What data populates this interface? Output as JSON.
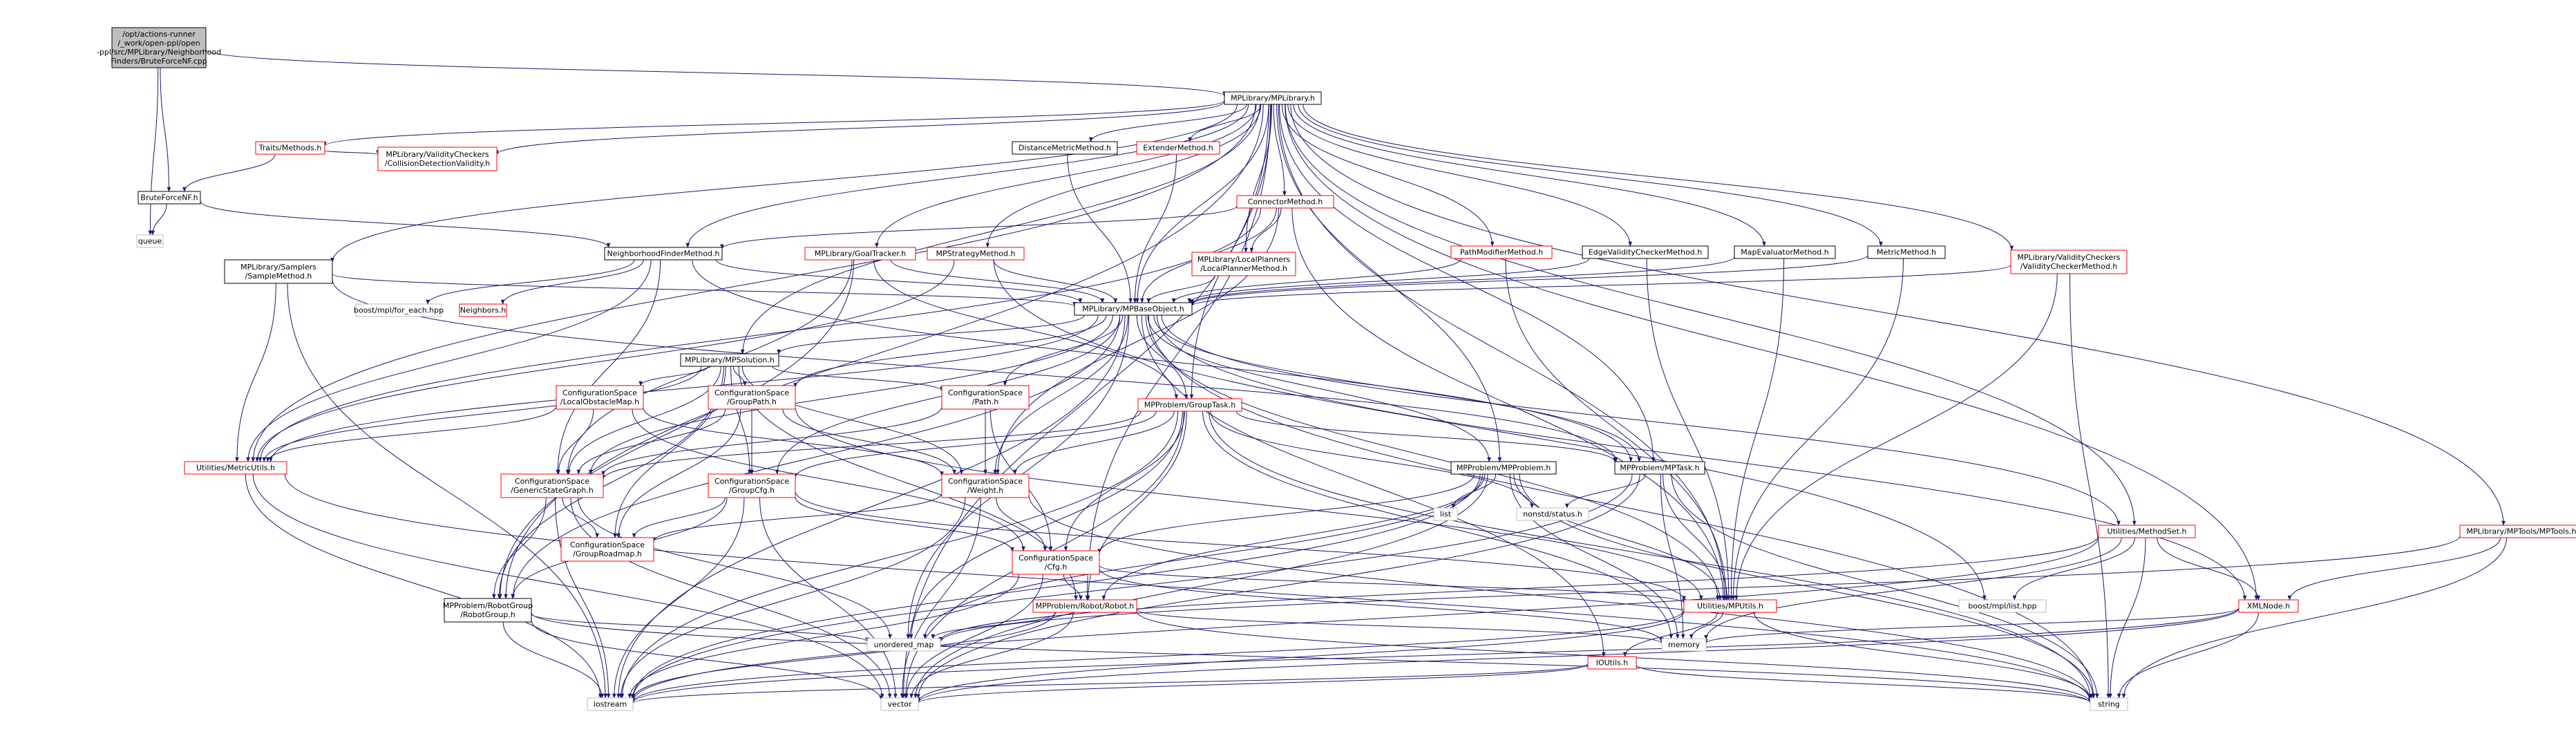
{
  "colors": {
    "edge": "#191970",
    "root_fill": "#bfbfbf",
    "root_border": "#000000",
    "documented_border": "#000000",
    "undocumented_border": "#ff0000",
    "system_border": "#bfbfbf"
  },
  "nodes": [
    {
      "id": "root",
      "lines": [
        "/opt/actions-runner",
        "/_work/open-ppl/open",
        "-ppl/src/MPLibrary/Neighborhood",
        "Finders/BruteForceNF.cpp"
      ],
      "style": "root"
    },
    {
      "id": "mplibrary",
      "lines": [
        "MPLibrary/MPLibrary.h"
      ],
      "style": "doc"
    },
    {
      "id": "traitsmethods",
      "lines": [
        "Traits/Methods.h"
      ],
      "style": "undoc"
    },
    {
      "id": "collisiondetection",
      "lines": [
        "MPLibrary/ValidityCheckers",
        "/CollisionDetectionValidity.h"
      ],
      "style": "undoc"
    },
    {
      "id": "bruteforce",
      "lines": [
        "BruteForceNF.h"
      ],
      "style": "doc"
    },
    {
      "id": "queue",
      "lines": [
        "queue"
      ],
      "style": "sys"
    },
    {
      "id": "samplemethod",
      "lines": [
        "MPLibrary/Samplers",
        "/SampleMethod.h"
      ],
      "style": "doc"
    },
    {
      "id": "nfmethod",
      "lines": [
        "NeighborhoodFinderMethod.h"
      ],
      "style": "doc"
    },
    {
      "id": "forEach",
      "lines": [
        "boost/mpl/for_each.hpp"
      ],
      "style": "sys"
    },
    {
      "id": "neighbors",
      "lines": [
        "Neighbors.h"
      ],
      "style": "undoc"
    },
    {
      "id": "goaltracker",
      "lines": [
        "MPLibrary/GoalTracker.h"
      ],
      "style": "undoc"
    },
    {
      "id": "mpstrategy",
      "lines": [
        "MPStrategyMethod.h"
      ],
      "style": "undoc"
    },
    {
      "id": "distancemetric",
      "lines": [
        "DistanceMetricMethod.h"
      ],
      "style": "doc"
    },
    {
      "id": "extender",
      "lines": [
        "ExtenderMethod.h"
      ],
      "style": "undoc"
    },
    {
      "id": "connector",
      "lines": [
        "ConnectorMethod.h"
      ],
      "style": "undoc"
    },
    {
      "id": "localplanner",
      "lines": [
        "MPLibrary/LocalPlanners",
        "/LocalPlannerMethod.h"
      ],
      "style": "undoc"
    },
    {
      "id": "pathmodifier",
      "lines": [
        "PathModifierMethod.h"
      ],
      "style": "undoc"
    },
    {
      "id": "edgevalidity",
      "lines": [
        "EdgeValidityCheckerMethod.h"
      ],
      "style": "doc"
    },
    {
      "id": "mapevaluator",
      "lines": [
        "MapEvaluatorMethod.h"
      ],
      "style": "doc"
    },
    {
      "id": "metricmethod",
      "lines": [
        "MetricMethod.h"
      ],
      "style": "doc"
    },
    {
      "id": "validitychecker",
      "lines": [
        "MPLibrary/ValidityCheckers",
        "/ValidityCheckerMethod.h"
      ],
      "style": "undoc"
    },
    {
      "id": "mpbaseobject",
      "lines": [
        "MPLibrary/MPBaseObject.h"
      ],
      "style": "doc"
    },
    {
      "id": "mpsolution",
      "lines": [
        "MPLibrary/MPSolution.h"
      ],
      "style": "doc"
    },
    {
      "id": "localobstaclemap",
      "lines": [
        "ConfigurationSpace",
        "/LocalObstacleMap.h"
      ],
      "style": "undoc"
    },
    {
      "id": "grouppath",
      "lines": [
        "ConfigurationSpace",
        "/GroupPath.h"
      ],
      "style": "undoc"
    },
    {
      "id": "cspath",
      "lines": [
        "ConfigurationSpace",
        "/Path.h"
      ],
      "style": "undoc"
    },
    {
      "id": "grouptask",
      "lines": [
        "MPProblem/GroupTask.h"
      ],
      "style": "undoc"
    },
    {
      "id": "metricutils",
      "lines": [
        "Utilities/MetricUtils.h"
      ],
      "style": "undoc"
    },
    {
      "id": "genericstategraph",
      "lines": [
        "ConfigurationSpace",
        "/GenericStateGraph.h"
      ],
      "style": "undoc"
    },
    {
      "id": "groupcfg",
      "lines": [
        "ConfigurationSpace",
        "/GroupCfg.h"
      ],
      "style": "undoc"
    },
    {
      "id": "weight",
      "lines": [
        "ConfigurationSpace",
        "/Weight.h"
      ],
      "style": "undoc"
    },
    {
      "id": "mpproblem",
      "lines": [
        "MPProblem/MPProblem.h"
      ],
      "style": "doc"
    },
    {
      "id": "mptask",
      "lines": [
        "MPProblem/MPTask.h"
      ],
      "style": "doc"
    },
    {
      "id": "list",
      "lines": [
        "list"
      ],
      "style": "sys"
    },
    {
      "id": "nonstdstatus",
      "lines": [
        "nonstd/status.h"
      ],
      "style": "sys"
    },
    {
      "id": "grouproadmap",
      "lines": [
        "ConfigurationSpace",
        "/GroupRoadmap.h"
      ],
      "style": "undoc"
    },
    {
      "id": "cfg",
      "lines": [
        "ConfigurationSpace",
        "/Cfg.h"
      ],
      "style": "undoc"
    },
    {
      "id": "methodset",
      "lines": [
        "Utilities/MethodSet.h"
      ],
      "style": "undoc"
    },
    {
      "id": "mptools",
      "lines": [
        "MPLibrary/MPTools/MPTools.h"
      ],
      "style": "undoc"
    },
    {
      "id": "robotgroup",
      "lines": [
        "MPProblem/RobotGroup",
        "/RobotGroup.h"
      ],
      "style": "doc"
    },
    {
      "id": "mputils",
      "lines": [
        "Utilities/MPUtils.h"
      ],
      "style": "undoc"
    },
    {
      "id": "robot",
      "lines": [
        "MPProblem/Robot/Robot.h"
      ],
      "style": "undoc"
    },
    {
      "id": "boostlist",
      "lines": [
        "boost/mpl/list.hpp"
      ],
      "style": "sys"
    },
    {
      "id": "xmlnode",
      "lines": [
        "XMLNode.h"
      ],
      "style": "undoc"
    },
    {
      "id": "unorderedmap",
      "lines": [
        "unordered_map"
      ],
      "style": "sys"
    },
    {
      "id": "memory",
      "lines": [
        "memory"
      ],
      "style": "sys"
    },
    {
      "id": "ioutils",
      "lines": [
        "IOUtils.h"
      ],
      "style": "undoc"
    },
    {
      "id": "iostream",
      "lines": [
        "iostream"
      ],
      "style": "sys"
    },
    {
      "id": "vector",
      "lines": [
        "vector"
      ],
      "style": "sys"
    },
    {
      "id": "string",
      "lines": [
        "string"
      ],
      "style": "sys"
    }
  ]
}
